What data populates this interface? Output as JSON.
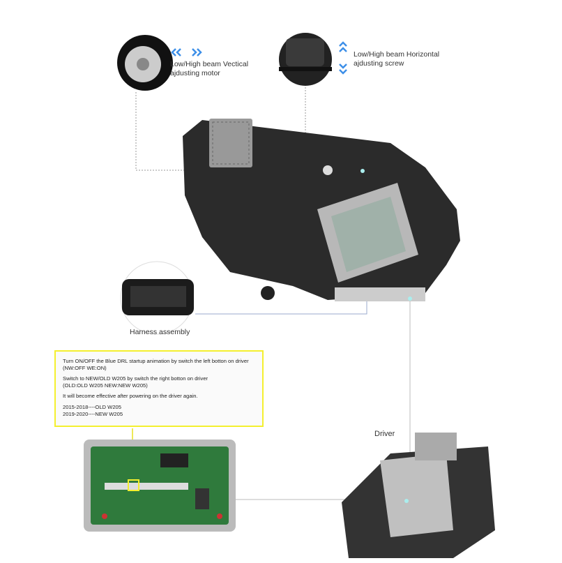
{
  "callouts": {
    "vertical_motor": {
      "line1": "Low/High beam Vectical",
      "line2": "ajdusting motor"
    },
    "horizontal_screw": {
      "line1": "Low/High beam Horizontal",
      "line2": "ajdusting screw"
    },
    "harness": "Harness assembly",
    "driver": "Driver"
  },
  "note": {
    "p1_line1": "Turn ON/OFF the Blue DRL startup animation by switch the left botton on driver",
    "p1_line2": "(NW:OFF  WE:ON)",
    "p2_line1": "Switch to NEW/OLD W205 by switch the right botton on driver",
    "p2_line2": "(OLD:OLD W205  NEW:NEW W205)",
    "p3": "It will become effective after powering on the driver again.",
    "p4_line1": "2015-2018----OLD W205",
    "p4_line2": "2019-2020----NEW W205"
  },
  "colors": {
    "accent_blue": "#3d8fe8",
    "note_border": "#f4ef2e",
    "pcb_green": "#2f7a3c"
  }
}
